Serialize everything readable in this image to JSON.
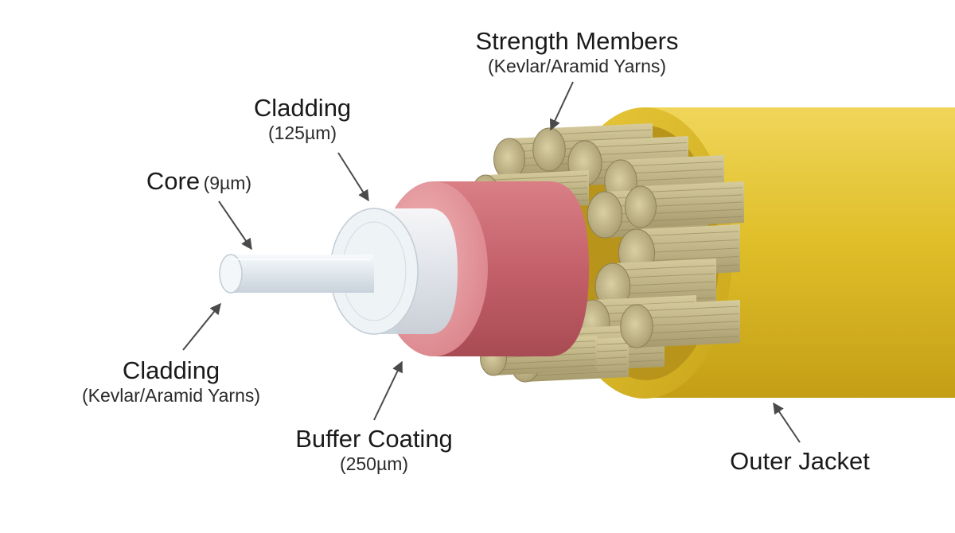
{
  "labels": {
    "strength_members": {
      "title": "Strength Members",
      "sub": "(Kevlar/Aramid Yarns)"
    },
    "cladding_top": {
      "title": "Cladding",
      "sub": "(125µm)"
    },
    "core": {
      "title": "Core",
      "sub": "(9µm)"
    },
    "cladding_bottom": {
      "title": "Cladding",
      "sub": "(Kevlar/Aramid Yarns)"
    },
    "buffer_coating": {
      "title": "Buffer Coating",
      "sub": "(250µm)"
    },
    "outer_jacket": {
      "title": "Outer Jacket"
    }
  },
  "colors": {
    "jacket": "#e3c22e",
    "jacket_dark": "#c9a519",
    "buffer": "#c8676b",
    "buffer_face": "#e79aa0",
    "yarn": "#cbbf8e",
    "yarn_dark": "#9f9368",
    "glass": "#e9eef2",
    "arrow": "#4a4a4a"
  }
}
